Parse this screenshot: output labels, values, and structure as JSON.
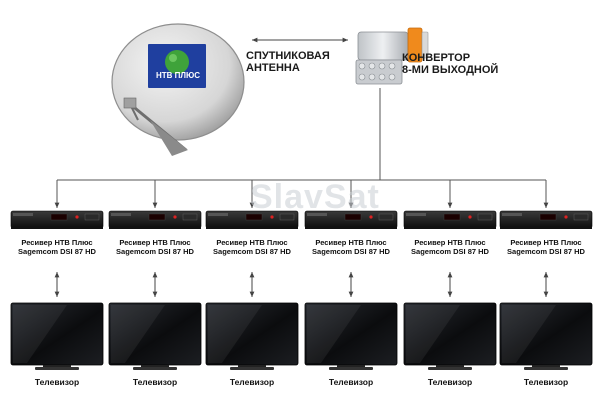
{
  "dish": {
    "label_line1": "СПУТНИКОВАЯ",
    "label_line2": "АНТЕННА",
    "logo_text": "НТВ ПЛЮС"
  },
  "converter": {
    "label_line1": "КОНВЕРТОР",
    "label_line2": "8-МИ ВЫХОДНОЙ"
  },
  "receiver": {
    "label_line1": "Ресивер НТВ Плюс",
    "label_line2": "Sagemcom DSI 87 HD"
  },
  "tv": {
    "label": "Телевизор"
  },
  "watermark": "SlavSat",
  "colors": {
    "line": "#555555",
    "converter_orange": "#f08a1c",
    "logo_blue": "#1f3f9f",
    "logo_green": "#3fa33a"
  },
  "icons": [
    "satellite-dish-icon",
    "lnb-converter-icon",
    "receiver-icon",
    "tv-icon"
  ]
}
